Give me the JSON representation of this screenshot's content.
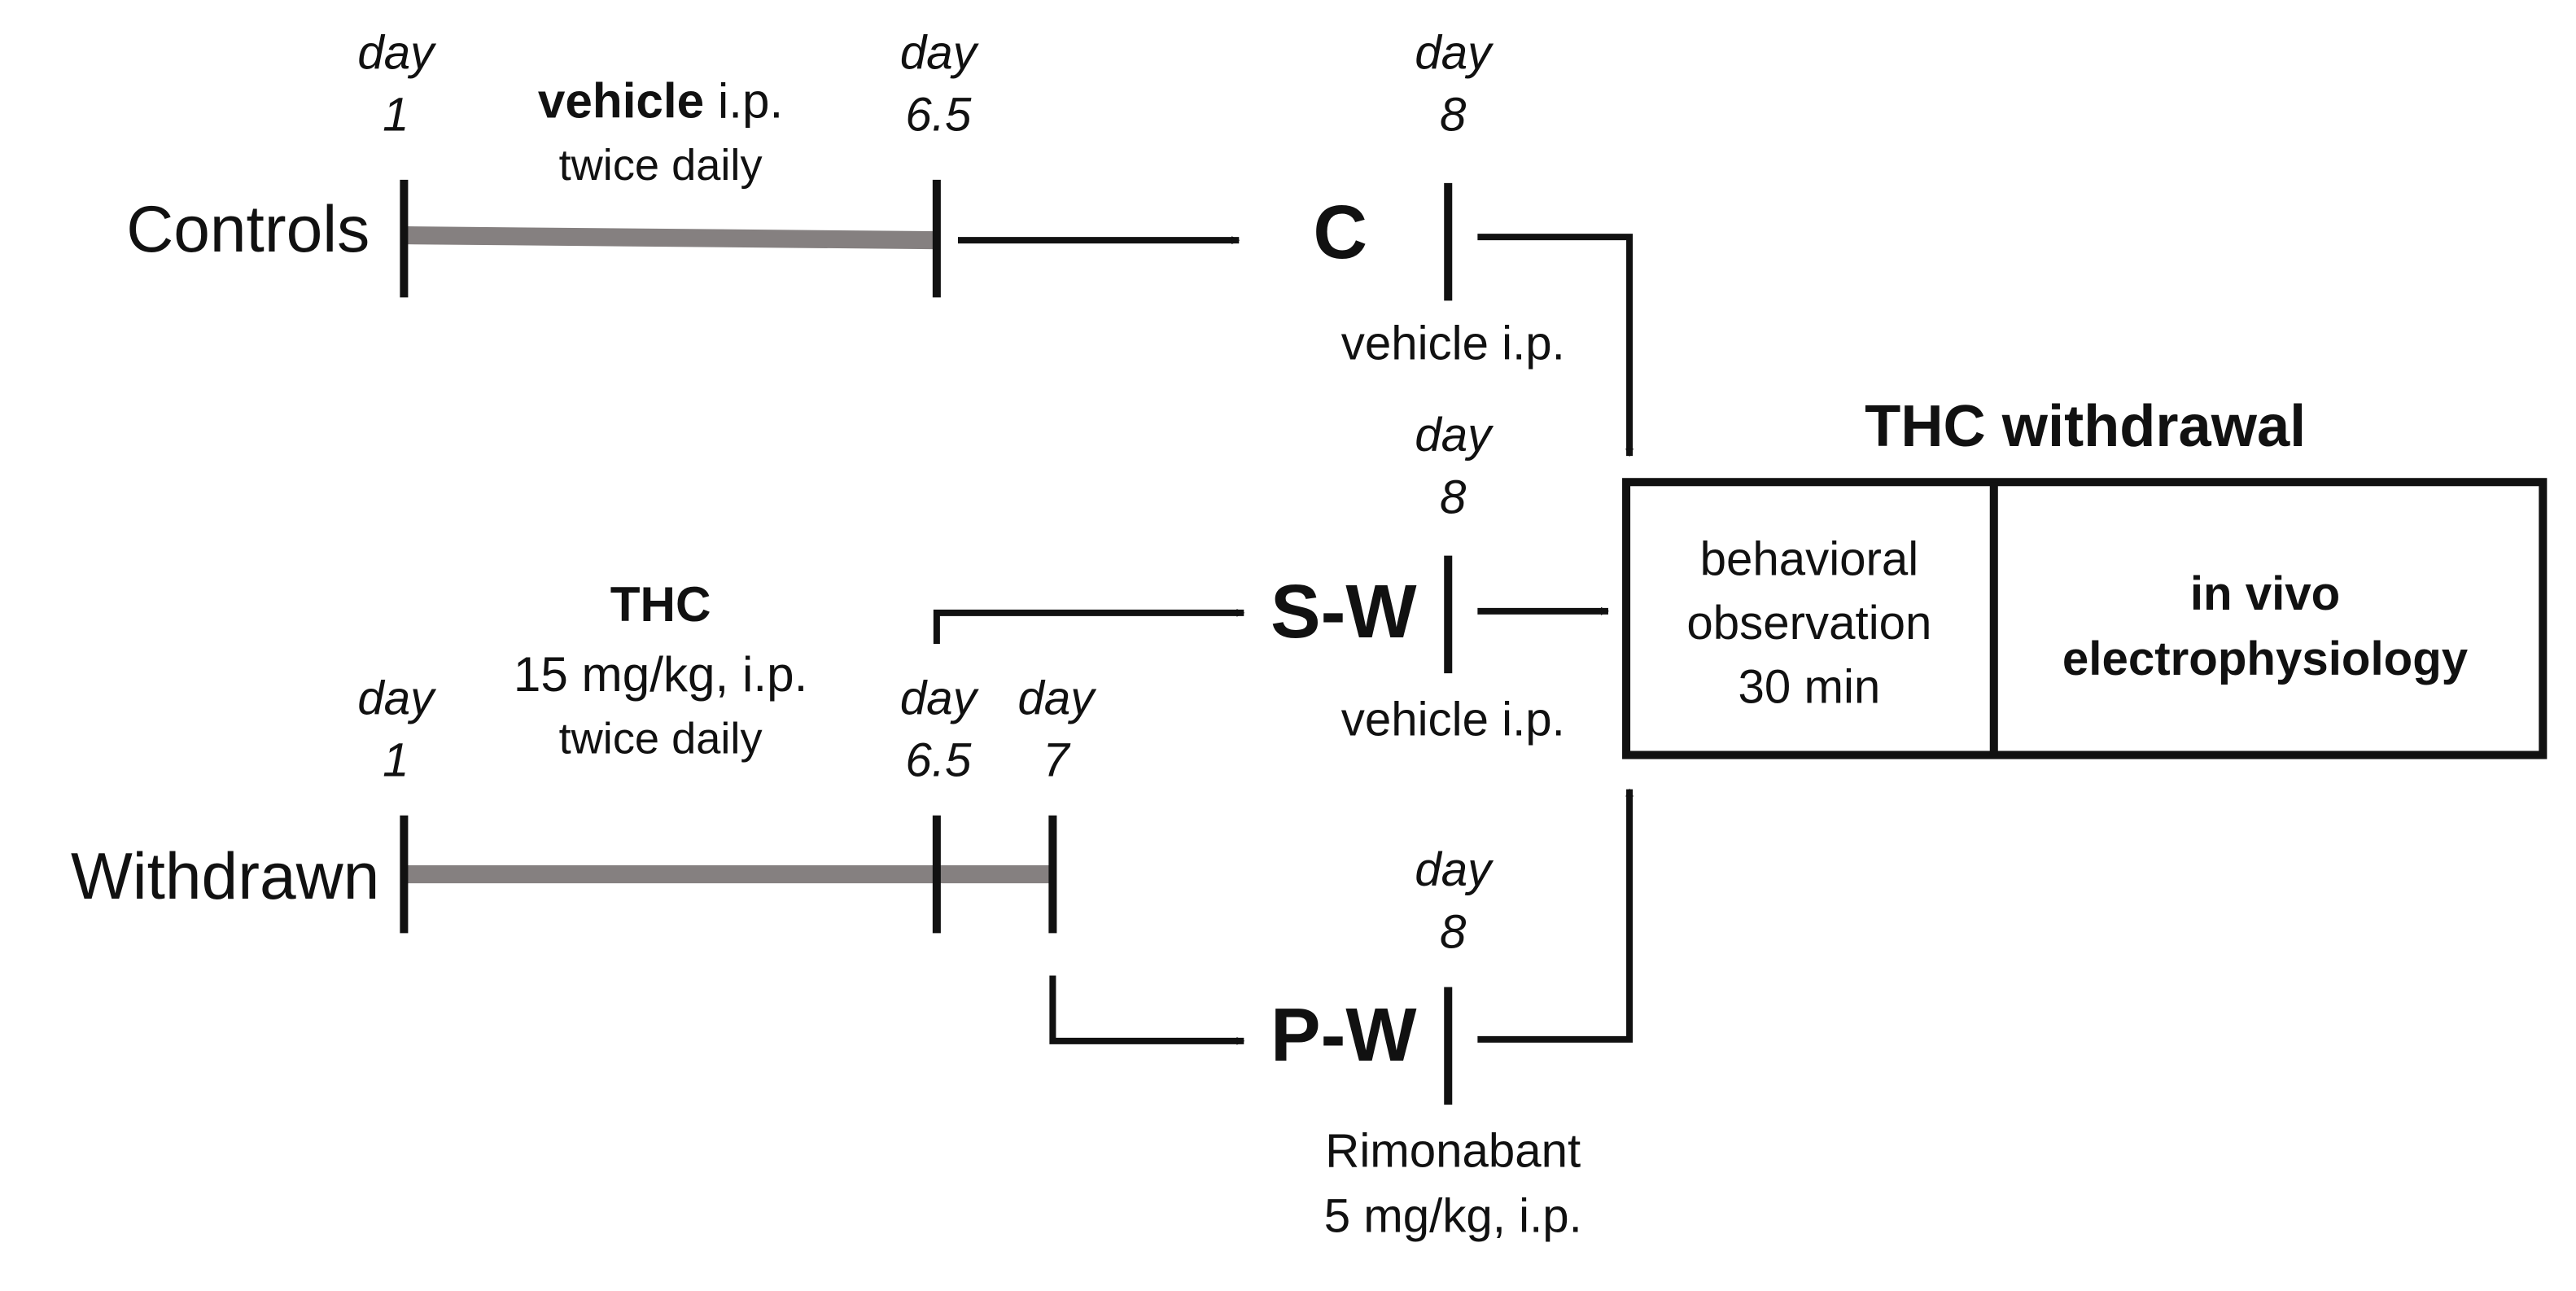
{
  "colors": {
    "ink": "#111111",
    "period_bar": "#858080",
    "background": "#ffffff"
  },
  "controls": {
    "label": "Controls",
    "treatment_bold": "vehicle",
    "treatment_rest": " i.p.",
    "schedule": "twice daily",
    "start_day": {
      "word": "day",
      "num": "1"
    },
    "end_day": {
      "word": "day",
      "num": "6.5"
    }
  },
  "withdrawn": {
    "label": "Withdrawn",
    "drug": "THC",
    "dose": "15 mg/kg, i.p.",
    "schedule": "twice daily",
    "start_day": {
      "word": "day",
      "num": "1"
    },
    "mid_day": {
      "word": "day",
      "num": "6.5"
    },
    "end_day": {
      "word": "day",
      "num": "7"
    }
  },
  "groups": {
    "c": {
      "name": "C",
      "day_word": "day",
      "day_num": "8",
      "treatment": "vehicle i.p."
    },
    "sw": {
      "name": "S-W",
      "day_word": "day",
      "day_num": "8",
      "treatment": "vehicle i.p."
    },
    "pw": {
      "name": "P-W",
      "day_word": "day",
      "day_num": "8",
      "treatment_line1": "Rimonabant",
      "treatment_line2": "5 mg/kg, i.p."
    }
  },
  "outcome": {
    "title": "THC withdrawal",
    "behavior_line1": "behavioral",
    "behavior_line2": "observation",
    "behavior_line3": "30 min",
    "ephys_line1": "in vivo",
    "ephys_line2": "electrophysiology"
  }
}
